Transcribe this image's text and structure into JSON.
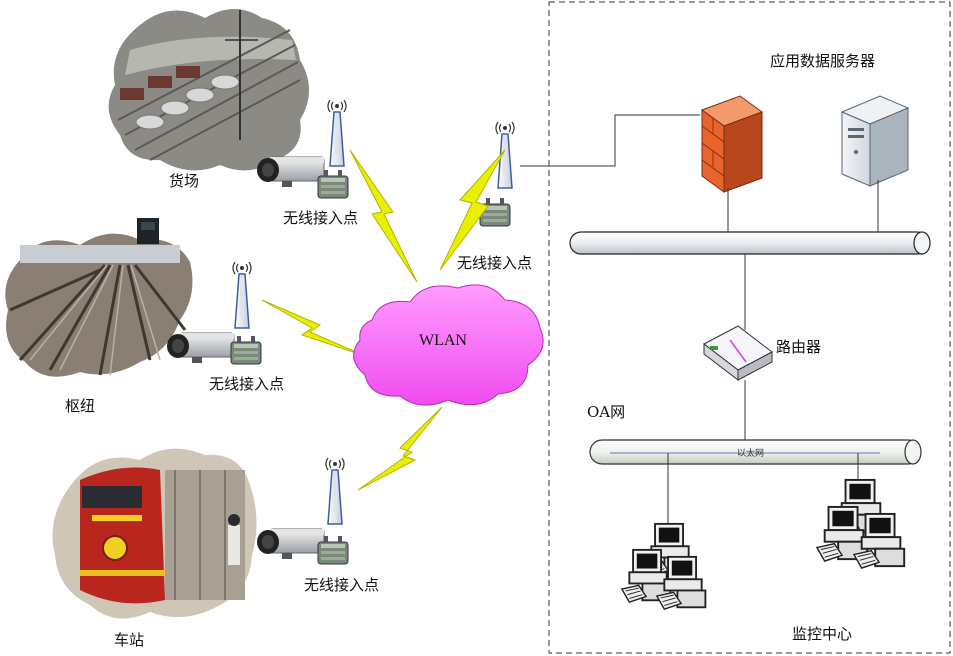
{
  "sites": {
    "freight": {
      "label": "货场"
    },
    "hub": {
      "label": "枢纽"
    },
    "station": {
      "label": "车站"
    }
  },
  "access_points": {
    "freight": {
      "label": "无线接入点"
    },
    "hub": {
      "label": "无线接入点"
    },
    "station": {
      "label": "无线接入点"
    },
    "center": {
      "label": "无线接入点"
    }
  },
  "cloud": {
    "label": "WLAN"
  },
  "center_zone": {
    "server_label": "应用数据服务器",
    "router_label": "路由器",
    "oa_label": "OA网",
    "ethernet_label": "以太网",
    "monitor_label": "监控中心"
  },
  "colors": {
    "cloud_fill": "#ff66ff",
    "lightning": "#e8f000",
    "firewall": "#e8642a",
    "ap_body": "#3a5fa8"
  },
  "icons": [
    "antenna-icon",
    "camera-icon",
    "radio-unit-icon",
    "firewall-icon",
    "server-icon",
    "router-icon",
    "workstation-icon",
    "lightning-icon"
  ]
}
